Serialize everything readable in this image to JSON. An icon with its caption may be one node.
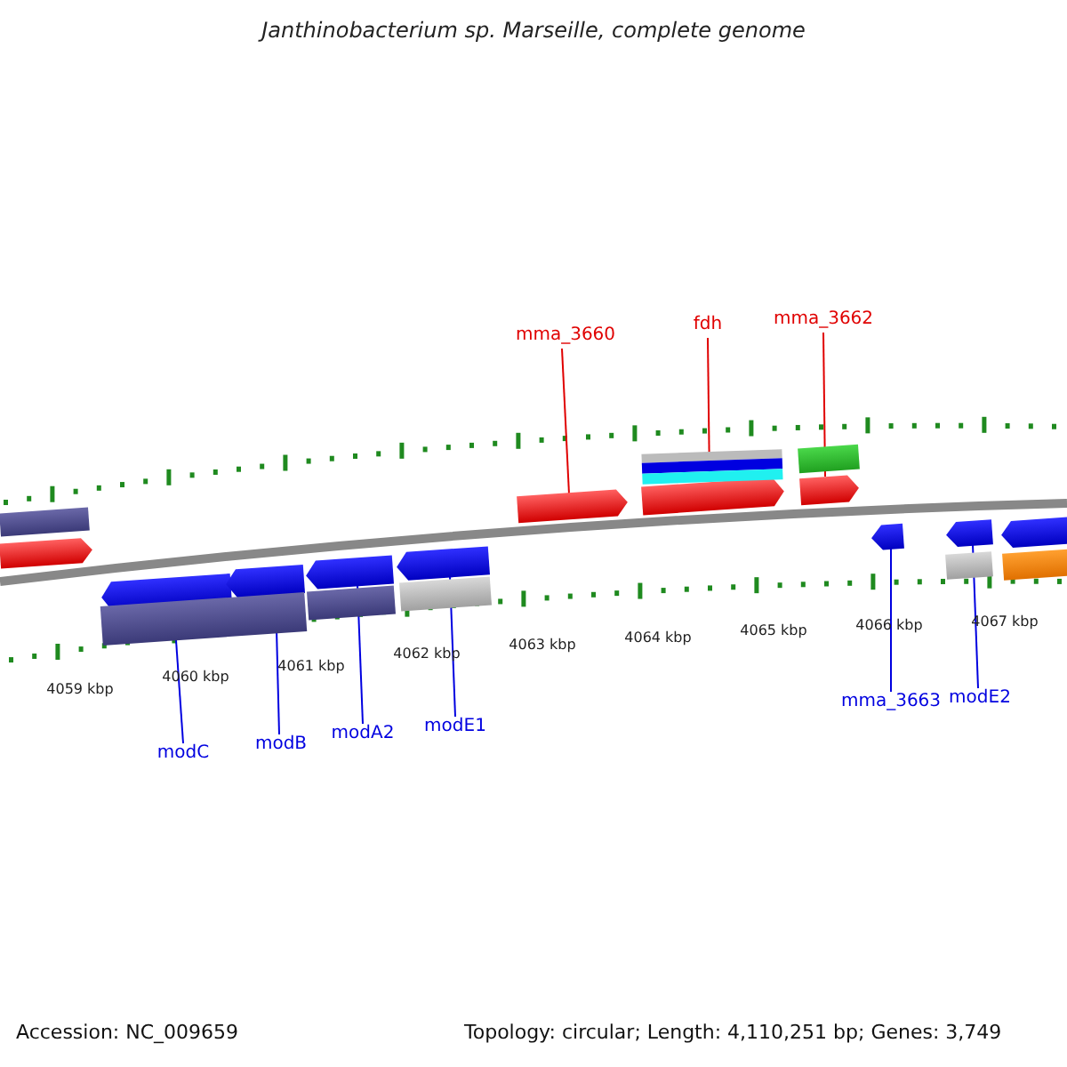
{
  "diagram": {
    "title": "Janthinobacterium sp. Marseille, complete genome",
    "nodes": [
      {
        "text": [
          "mma_3660"
        ]
      },
      {
        "text": [
          "fdh"
        ]
      },
      {
        "text": [
          "mma_3662"
        ]
      },
      {
        "text": [
          "modC"
        ]
      },
      {
        "text": [
          "modB"
        ]
      },
      {
        "text": [
          "modA2"
        ]
      },
      {
        "text": [
          "modE1"
        ]
      },
      {
        "text": [
          "mma_3663"
        ]
      },
      {
        "text": [
          "modE2"
        ]
      },
      {
        "text": [],
        "shape": "bar"
      },
      {
        "text": [],
        "shape": "arrow"
      },
      {
        "text": [],
        "shape": "arrow"
      },
      {
        "text": [],
        "shape": "arrow"
      },
      {
        "text": [],
        "shape": "bar"
      },
      {
        "text": [],
        "shape": "arrow"
      },
      {
        "text": [],
        "shape": "arrow"
      },
      {
        "text": [],
        "shape": "arrow"
      },
      {
        "text": [],
        "shape": "arrow"
      },
      {
        "text": [],
        "shape": "arrow"
      },
      {
        "text": [],
        "shape": "bar"
      },
      {
        "text": [],
        "shape": "bar"
      },
      {
        "text": [],
        "shape": "bar"
      },
      {
        "text": [],
        "shape": "arrow"
      },
      {
        "text": [],
        "shape": "arrow"
      },
      {
        "text": [],
        "shape": "arrow"
      },
      {
        "text": [],
        "shape": "bar"
      },
      {
        "text": [],
        "shape": "bar"
      },
      {
        "text": [],
        "shape": "bar"
      }
    ],
    "edges": [
      {
        "from": 0,
        "to": 11,
        "arrow": "none",
        "color": "#e00000"
      },
      {
        "from": 1,
        "to": 12,
        "arrow": "none",
        "color": "#e00000"
      },
      {
        "from": 2,
        "to": 14,
        "arrow": "none",
        "color": "#e00000"
      },
      {
        "from": 3,
        "to": 19,
        "arrow": "none"
      },
      {
        "from": 4,
        "to": 16,
        "arrow": "none"
      },
      {
        "from": 5,
        "to": 17,
        "arrow": "none"
      },
      {
        "from": 6,
        "to": 18,
        "arrow": "none"
      },
      {
        "from": 7,
        "to": 22,
        "arrow": "none"
      },
      {
        "from": 8,
        "to": 23,
        "arrow": "none"
      }
    ],
    "labels": [
      "4059 kbp",
      "4060 kbp",
      "4061 kbp",
      "4062 kbp",
      "4063 kbp",
      "4064 kbp",
      "4065 kbp",
      "4066 kbp",
      "4067 kbp",
      "Accession: NC_009659",
      "Topology: circular; Length: 4,110,251 bp; Genes: 3,749"
    ]
  }
}
